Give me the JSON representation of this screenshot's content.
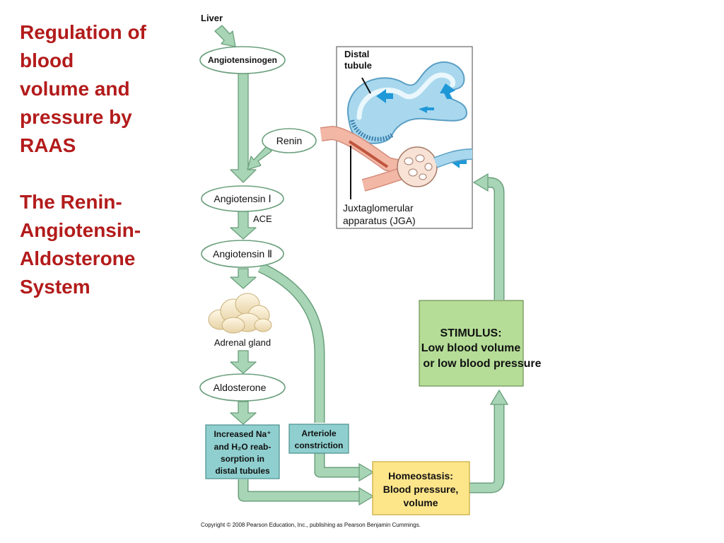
{
  "title": {
    "line1": "Regulation of",
    "line2": "blood",
    "line3": "volume and",
    "line4": "pressure by",
    "line5": "RAAS",
    "line6": "The Renin-",
    "line7": "Angiotensin-",
    "line8": "Aldosterone",
    "line9": "System"
  },
  "diagram": {
    "liver": "Liver",
    "angiotensinogen": "Angiotensinogen",
    "renin": "Renin",
    "angiotensin1": "Angiotensin Ⅰ",
    "ace": "ACE",
    "angiotensin2": "Angiotensin Ⅱ",
    "adrenal_gland": "Adrenal gland",
    "aldosterone": "Aldosterone",
    "reabsorption": {
      "line1": "Increased Na⁺",
      "line2": "and H₂O reab-",
      "line3": "sorption in",
      "line4": "distal tubules"
    },
    "arteriole": {
      "line1": "Arteriole",
      "line2": "constriction"
    },
    "homeostasis": {
      "line1": "Homeostasis:",
      "line2": "Blood pressure,",
      "line3": "volume"
    },
    "stimulus": {
      "line1": "STIMULUS:",
      "line2": "Low blood volume",
      "line3": "or low blood pressure"
    },
    "distal_tubule": {
      "line1": "Distal",
      "line2": "tubule"
    },
    "jga": {
      "line1": "Juxtaglomerular",
      "line2": "apparatus (JGA)"
    }
  },
  "copyright": "Copyright © 2008 Pearson Education, Inc., publishing as Pearson Benjamin Cummings.",
  "colors": {
    "title": "#b31b1b",
    "arrow_fill": "#a8d5b5",
    "arrow_stroke": "#6a9f7c",
    "teal_box": "#8fcfcf",
    "yellow_box": "#fde58a",
    "stimulus_box": "#b5dd97",
    "tubule": "#a9d8ee"
  }
}
